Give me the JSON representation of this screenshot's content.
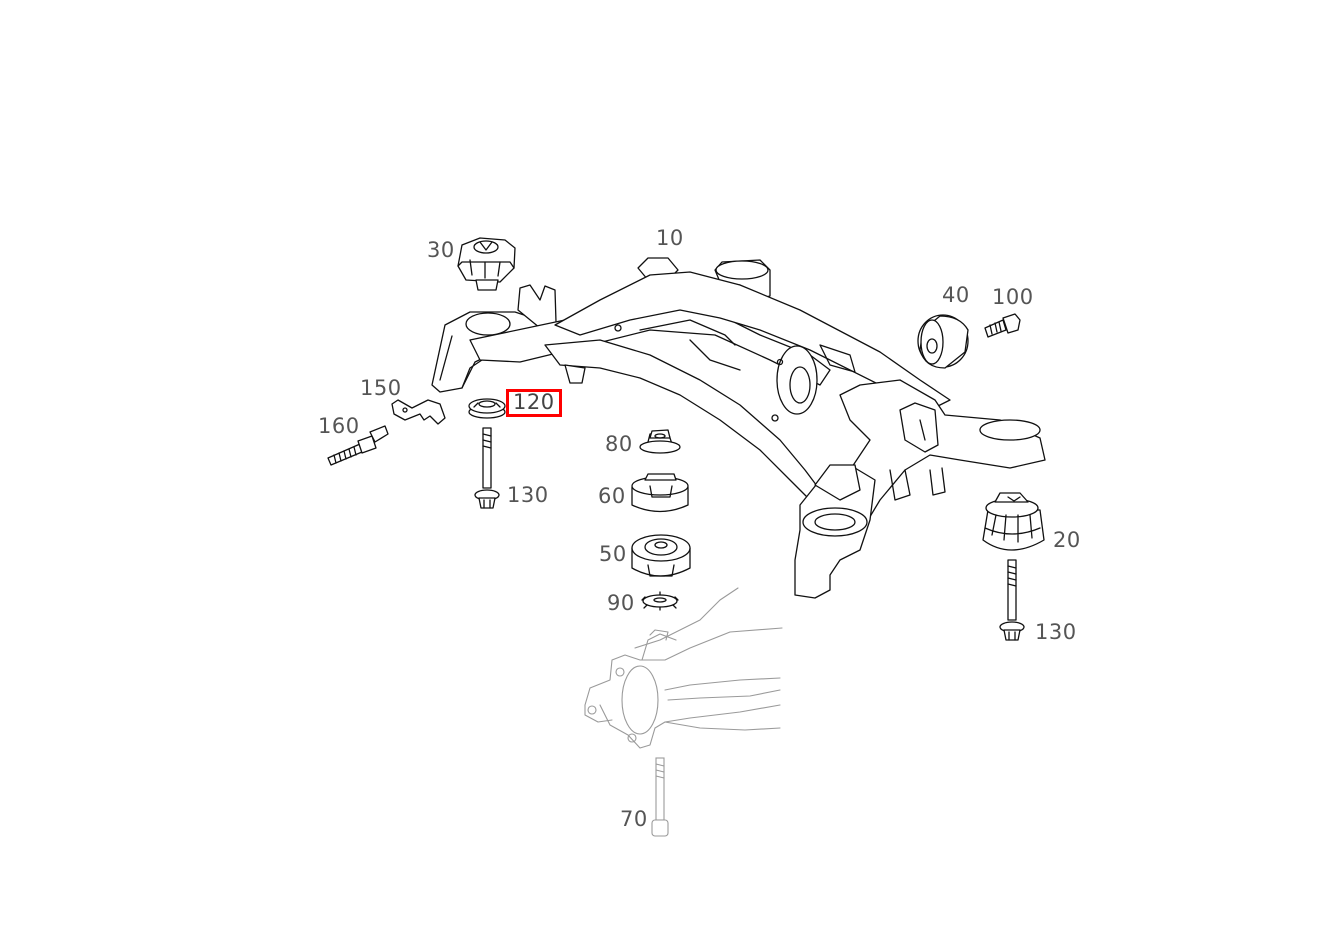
{
  "diagram": {
    "highlight_color": "#ff0000",
    "callouts": {
      "c10": "10",
      "c30": "30",
      "c40": "40",
      "c100": "100",
      "c150": "150",
      "c160": "160",
      "c120": "120",
      "c130a": "130",
      "c80": "80",
      "c60": "60",
      "c50": "50",
      "c90": "90",
      "c20": "20",
      "c130b": "130",
      "c70": "70"
    },
    "selected_callout": "120"
  }
}
